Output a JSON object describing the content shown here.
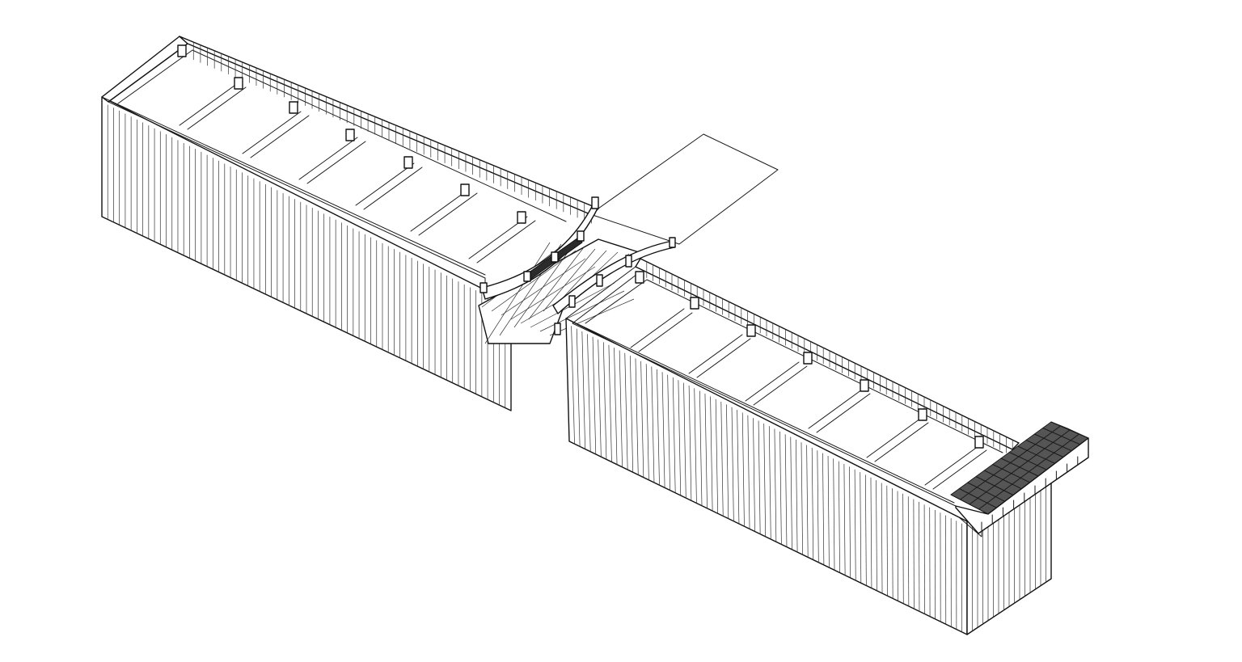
{
  "drawing": {
    "background_color": "#ffffff",
    "line_color": "#1a1a1a",
    "canopy_color": "#2b2b2b",
    "components": [
      {
        "id": "left-building",
        "type": "rectangular-tank-block"
      },
      {
        "id": "connecting-bridge",
        "type": "tiled-walkway-with-railings"
      },
      {
        "id": "ground-slab",
        "type": "flat-rectangular-slab"
      },
      {
        "id": "right-building",
        "type": "rectangular-tank-block"
      },
      {
        "id": "roof-canopy",
        "type": "glazed-arched-canopy"
      }
    ]
  }
}
